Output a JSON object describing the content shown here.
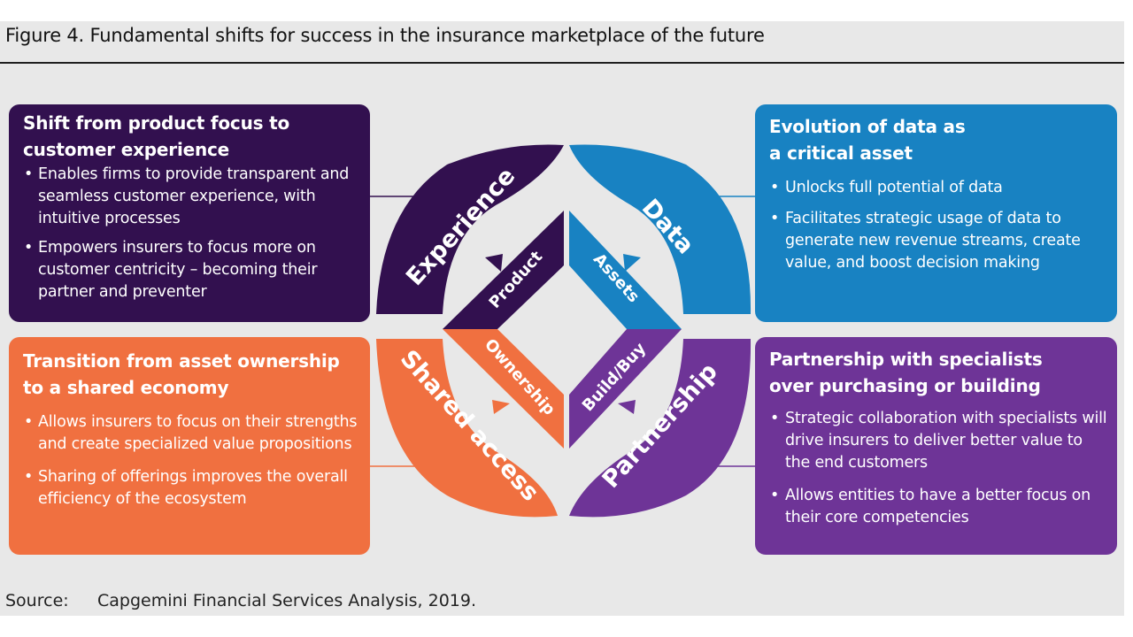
{
  "figure": {
    "title": "Figure 4. Fundamental shifts for success in the insurance marketplace of the future"
  },
  "boxes": {
    "experience": {
      "title_line1": "Shift from product focus to",
      "title_line2": "customer experience",
      "bullets": [
        "Enables firms to provide transparent and seamless customer experience, with intuitive processes",
        "Empowers insurers to focus more on customer centricity – becoming their partner and preventer"
      ]
    },
    "data": {
      "title_line1": "Evolution of data as",
      "title_line2": "a critical asset",
      "bullets": [
        "Unlocks full potential of data",
        "Facilitates strategic usage of data to generate new revenue streams, create value, and boost decision making"
      ]
    },
    "shared": {
      "title_line1": "Transition from asset ownership",
      "title_line2": "to a shared economy",
      "bullets": [
        "Allows insurers to focus on their strengths and create specialized value propositions",
        "Sharing of offerings improves the overall efficiency of the ecosystem"
      ]
    },
    "partnership": {
      "title_line1": "Partnership with specialists",
      "title_line2": "over purchasing or building",
      "bullets": [
        "Strategic collaboration with specialists will drive insurers to deliver better value to the end customers",
        "Allows entities to have a better focus on their core competencies"
      ]
    }
  },
  "ring": {
    "outer": {
      "experience": "Experience",
      "data": "Data",
      "shared": "Shared access",
      "partnership": "Partnership"
    },
    "inner": {
      "product": "Product",
      "assets": "Assets",
      "ownership": "Ownership",
      "buildbuy": "Build/Buy"
    }
  },
  "colors": {
    "experience": "#32104f",
    "data": "#1882c2",
    "shared": "#f07040",
    "partnership": "#6e3497"
  },
  "source": {
    "label": "Source:",
    "text": "Capgemini Financial Services Analysis, 2019."
  }
}
